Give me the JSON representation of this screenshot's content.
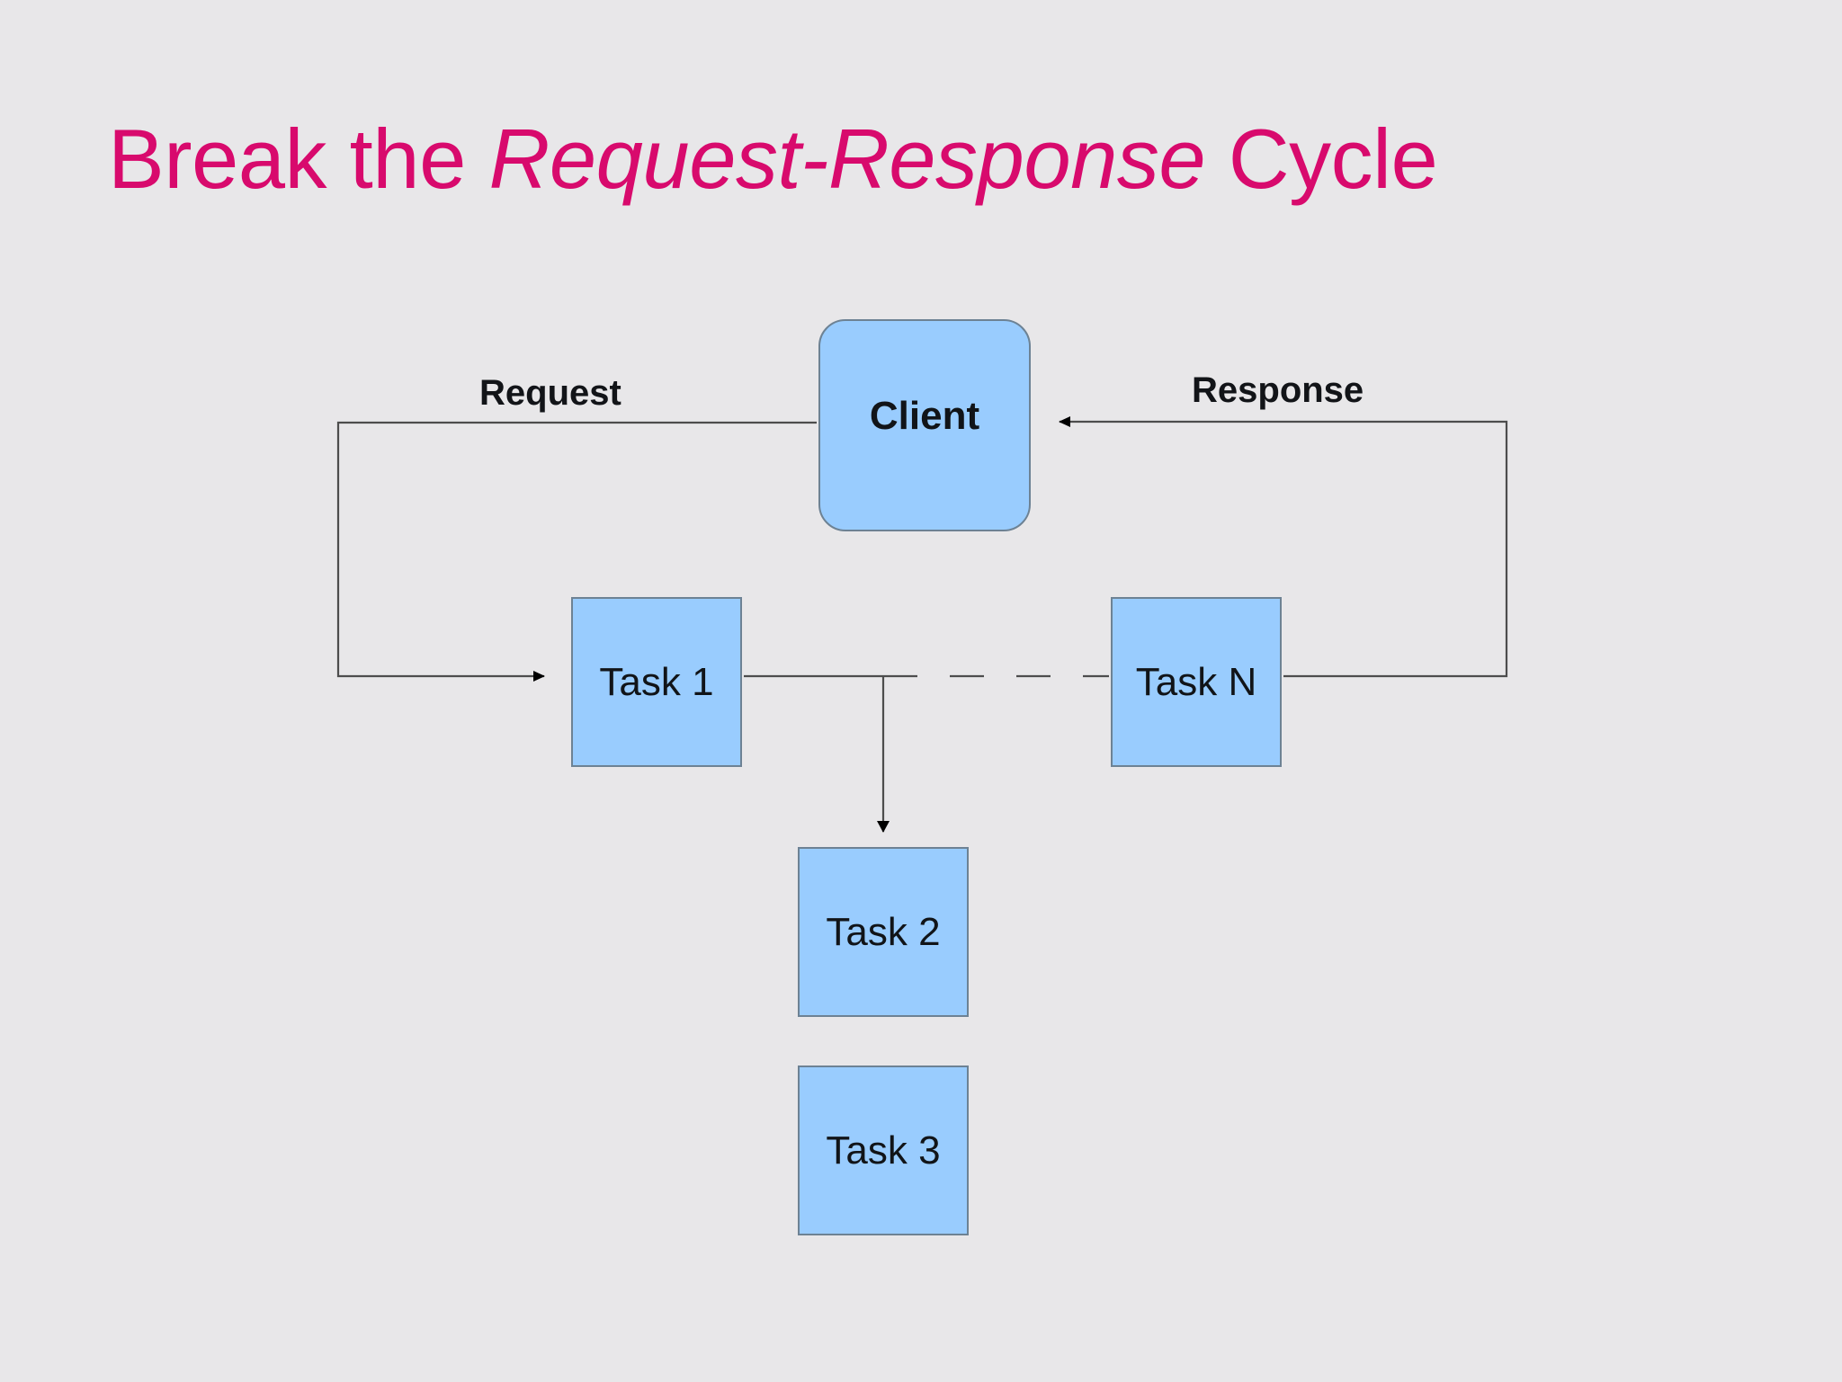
{
  "slide": {
    "background_color": "#e8e7e9",
    "title": {
      "before": "Break the ",
      "emphasis": "Request-Response",
      "after": " Cycle",
      "color": "#d80a6d"
    }
  },
  "diagram": {
    "type": "flow",
    "node_fill": "#99ccfe",
    "node_stroke": "#6d8294",
    "connector_color": "#4d4d4d",
    "nodes": [
      {
        "id": "client",
        "label": "Client",
        "shape": "rounded-rectangle",
        "bold": true
      },
      {
        "id": "task1",
        "label": "Task 1",
        "shape": "rectangle",
        "bold": false
      },
      {
        "id": "taskn",
        "label": "Task N",
        "shape": "rectangle",
        "bold": false
      },
      {
        "id": "task2",
        "label": "Task 2",
        "shape": "rectangle",
        "bold": false
      },
      {
        "id": "task3",
        "label": "Task 3",
        "shape": "rectangle",
        "bold": false
      }
    ],
    "edges": [
      {
        "id": "request",
        "label": "Request",
        "from": "client",
        "to": "task1",
        "style": "solid",
        "arrow": "to"
      },
      {
        "id": "chain",
        "label": "",
        "from": "task1",
        "to": "taskn",
        "style": "dashed",
        "arrow": "none"
      },
      {
        "id": "branch",
        "label": "",
        "from": "task1",
        "to": "task2",
        "style": "solid",
        "arrow": "to"
      },
      {
        "id": "response",
        "label": "Response",
        "from": "taskn",
        "to": "client",
        "style": "solid",
        "arrow": "to"
      }
    ]
  }
}
